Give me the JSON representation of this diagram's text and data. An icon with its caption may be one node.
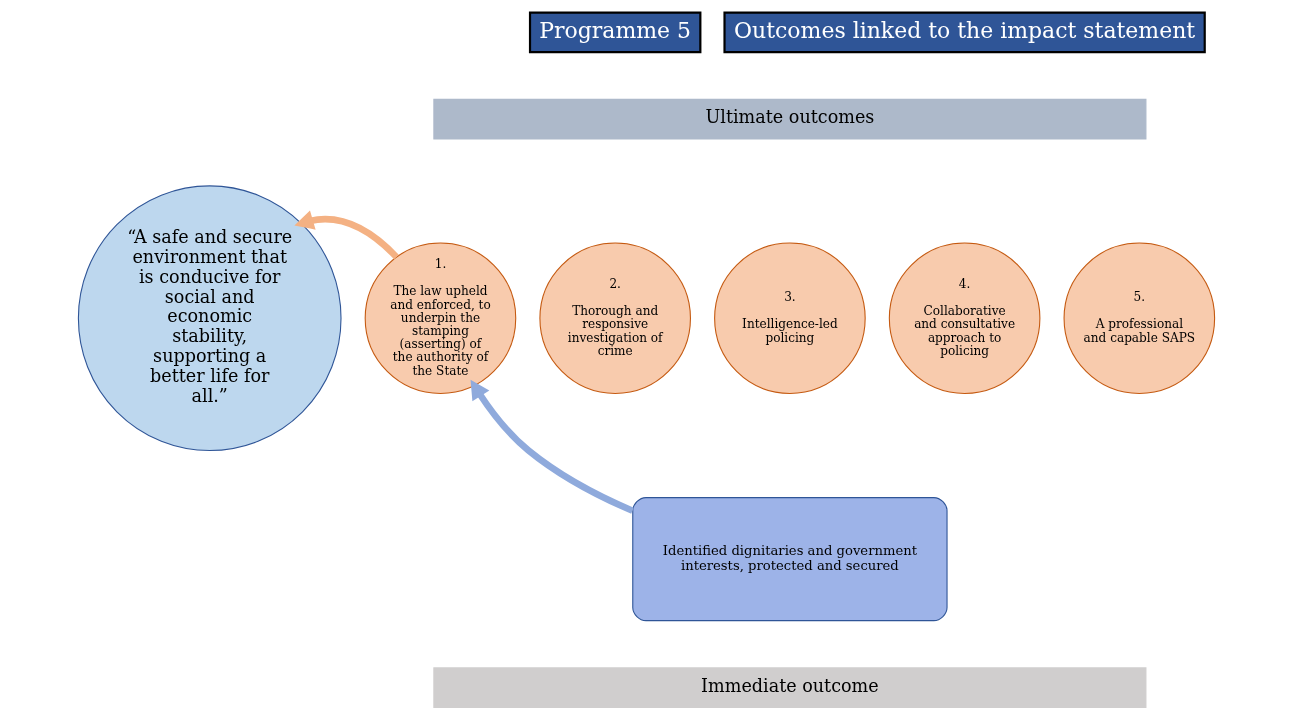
{
  "diagram": {
    "nodes": [
      {
        "text": [
          "Programme 5"
        ]
      },
      {
        "text": [
          "Outcomes linked to the impact statement"
        ]
      },
      {
        "text": [
          "Ultimate outcomes"
        ]
      },
      {
        "text": [
          "1.",
          "The law upheld and enforced, to underpin the stamping (asserting) of the authority of the State"
        ]
      },
      {
        "text": [
          "2.",
          "Thorough and responsive investigation of crime"
        ]
      },
      {
        "text": [
          "3.",
          "Intelligence-led policing"
        ]
      },
      {
        "text": [
          "4.",
          "Collaborative and consultative approach to policing"
        ]
      },
      {
        "text": [
          "5.",
          "A professional and capable SAPS"
        ]
      },
      {
        "text": [
          "“A safe and secure environment that is conducive for social and economic stability, supporting a better life for all.”"
        ]
      },
      {
        "text": [
          "Identified dignitaries and government interests, protected and secured"
        ]
      },
      {
        "text": [
          "Immediate outcome"
        ]
      }
    ],
    "edges": [
      {
        "from": 3,
        "to": 8,
        "arrow": "to",
        "color": "#f4b183"
      },
      {
        "from": 9,
        "to": 3,
        "arrow": "to",
        "color": "#8faadc"
      }
    ]
  }
}
